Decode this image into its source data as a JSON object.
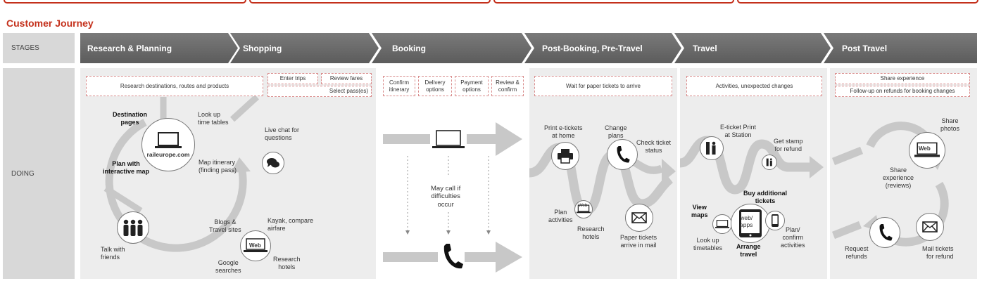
{
  "title": "Customer Journey",
  "rows": {
    "stages": "STAGES",
    "doing": "DOING"
  },
  "stages": [
    "Research & Planning",
    "Shopping",
    "Booking",
    "Post-Booking, Pre-Travel",
    "Travel",
    "Post Travel"
  ],
  "research": {
    "box": "Research destinations, routes and products",
    "destination_pages": "Destination\npages",
    "site": "raileurope.com",
    "look_up": "Look up\ntime tables",
    "map_itinerary": "Map itinerary\n(finding pass)",
    "plan_with_map": "Plan with\ninteractive map",
    "live_chat": "Live chat for\nquestions",
    "blogs": "Blogs &\nTravel sites",
    "kayak": "Kayak, compare\nairfare",
    "web": "Web",
    "google": "Google\nsearches",
    "research_hotels": "Research\nhotels",
    "talk_friends": "Talk with\nfriends"
  },
  "shopping": {
    "enter_trips": "Enter trips",
    "review_fares": "Review fares",
    "select_pass": "Select pass(es)"
  },
  "booking": {
    "confirm_itinerary": "Confirm\nitinerary",
    "delivery_options": "Delivery\noptions",
    "payment_options": "Payment\noptions",
    "review_confirm": "Review &\nconfirm",
    "may_call": "May call if\ndifficulties\noccur"
  },
  "post_booking": {
    "box": "Wait for paper tickets to arrive",
    "print_etickets": "Print e-tickets\nat home",
    "change_plans": "Change\nplans",
    "check_status": "Check ticket\nstatus",
    "plan_activities": "Plan\nactivities",
    "web": "Web",
    "research_hotels": "Research\nhotels",
    "paper_tickets": "Paper tickets\narrive in mail"
  },
  "travel": {
    "box": "Activities, unexpected changes",
    "eticket_print": "E-ticket Print\nat Station",
    "get_stamp": "Get stamp\nfor refund",
    "buy_tickets": "Buy additional\ntickets",
    "view_maps": "View\nmaps",
    "web_apps": "web/\napps",
    "look_up": "Look up\ntimetables",
    "arrange": "Arrange\ntravel",
    "plan_confirm": "Plan/\nconfirm\nactivities"
  },
  "post_travel": {
    "share_experience_box": "Share experience",
    "follow_up": "Follow-up on refunds for booking changes",
    "share_photos": "Share\nphotos",
    "web": "Web",
    "share_reviews": "Share\nexperience\n(reviews)",
    "request_refunds": "Request\nrefunds",
    "mail_tickets": "Mail tickets\nfor refund"
  },
  "colors": {
    "accent": "#c4301b",
    "stage_dark": "#6f6f6f",
    "flow": "#c8c8c8",
    "panel": "#ededed"
  }
}
